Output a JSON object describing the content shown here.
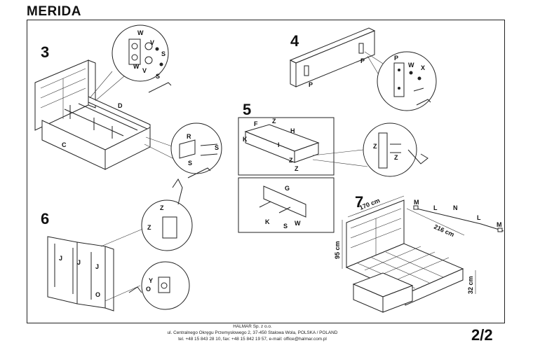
{
  "header": {
    "title": "MERIDA"
  },
  "steps": [
    "3",
    "4",
    "5",
    "6",
    "7"
  ],
  "parts": {
    "step3": [
      "W",
      "V",
      "S",
      "W",
      "V",
      "S",
      "D",
      "C",
      "R",
      "S",
      "S"
    ],
    "step4": [
      "P",
      "P",
      "P",
      "W",
      "X"
    ],
    "step5": [
      "F",
      "Z",
      "H",
      "K",
      "I",
      "Z",
      "Z",
      "Z",
      "Z",
      "G",
      "K",
      "S",
      "W"
    ],
    "step6": [
      "Z",
      "Z",
      "J",
      "J",
      "J",
      "Y",
      "O",
      "O"
    ],
    "step7": [
      "M",
      "L",
      "N",
      "L",
      "M"
    ]
  },
  "dimensions": {
    "width": "170 cm",
    "length": "216 cm",
    "height": "95 cm",
    "drawer_height": "32 cm"
  },
  "footer": {
    "line1": "HALMAR Sp. z o.o.",
    "line2": "ul. Centralnego Okręgu Przemysłowego 2, 37-450 Stalowa Wola, POLSKA / POLAND",
    "line3": "tel. +48 15 843 28 10, fax: +48 15 842 19 57, e-mail: office@halmar.com.pl"
  },
  "page": {
    "number": "2/2"
  }
}
